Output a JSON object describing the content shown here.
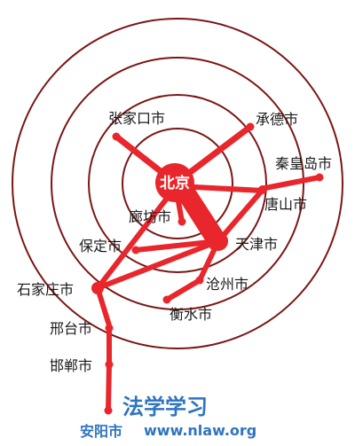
{
  "colors": {
    "route": "#e8262b",
    "ring": "#7a1616",
    "label": "#1a1a1a",
    "watermark": "#2f74c0"
  },
  "hub": {
    "label": "北京"
  },
  "cities": {
    "zhangjiakou": "张家口市",
    "chengde": "承德市",
    "qinhuangdao": "秦皇岛市",
    "tangshan": "唐山市",
    "langfang": "廊坊市",
    "tianjin": "天津市",
    "baoding": "保定市",
    "cangzhou": "沧州市",
    "hengshui": "衡水市",
    "shijiazhuang": "石家庄市",
    "xingtai": "邢台市",
    "handan": "邯郸市",
    "anyang": "安阳市"
  },
  "watermark": {
    "title": "法学学习",
    "url": "www.nlaw.org"
  }
}
